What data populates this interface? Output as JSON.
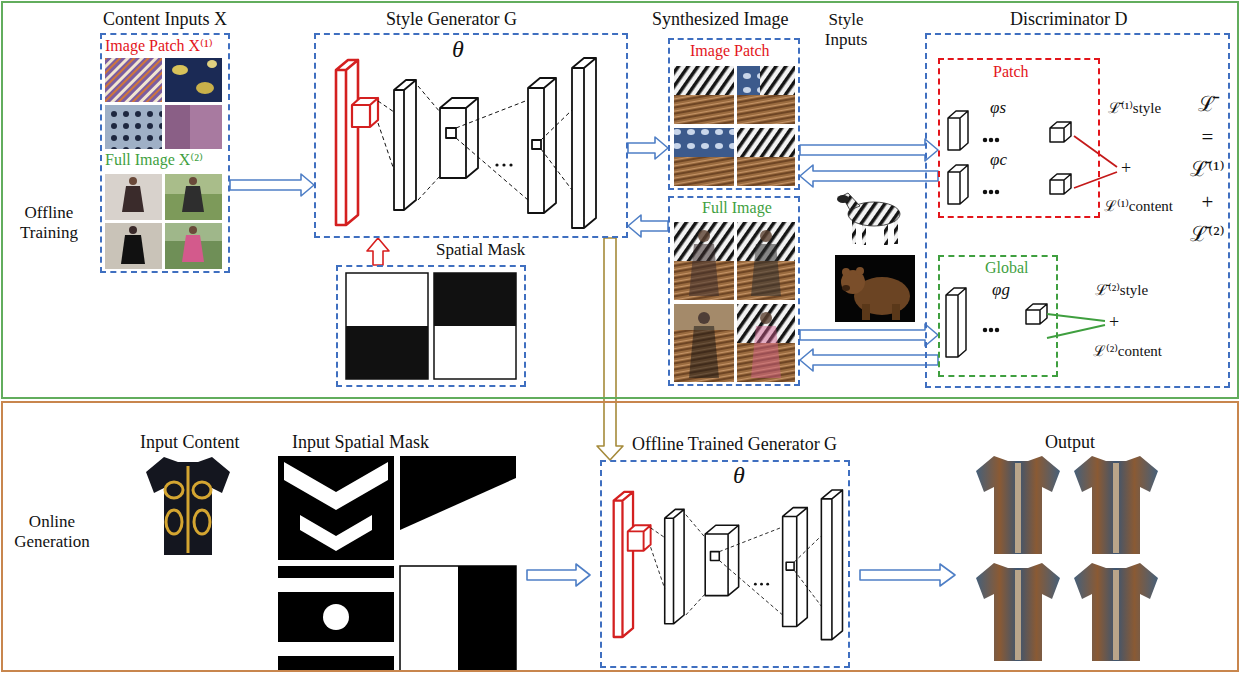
{
  "diagram": {
    "nodes": [
      {
        "text": [
          "Offline Training"
        ]
      },
      {
        "text": [
          "Content Inputs X",
          "Image Patch X⁽¹⁾",
          "Full Image X⁽²⁾"
        ],
        "in": 0
      },
      {
        "text": [
          "Style Generator G",
          "θ"
        ],
        "in": 0
      },
      {
        "text": [
          "Spatial Mask"
        ],
        "in": 0
      },
      {
        "text": [
          "Synthesized Image",
          "Image Patch"
        ],
        "in": 0
      },
      {
        "text": [
          "Full Image"
        ],
        "in": 0
      },
      {
        "text": [
          "Discriminator D",
          "ℒ̄⁽¹⁾style",
          "+",
          "ℒ⁽¹⁾content",
          "ℒ̄ = ℒ̄⁽¹⁾ + ℒ̄⁽²⁾",
          "ℒ̄⁽²⁾style",
          "+",
          "ℒ⁽²⁾content"
        ],
        "in": 0
      },
      {
        "text": [
          "Patch",
          "φs",
          "φc"
        ],
        "in": 6
      },
      {
        "text": [
          "Global",
          "φg"
        ],
        "in": 6
      },
      {
        "text": [
          "Online Generation"
        ]
      },
      {
        "text": [
          "Offline Trained Generator G",
          "θ"
        ],
        "in": 9
      }
    ],
    "edges": [
      {
        "from": 1,
        "to": 2,
        "arrow": "to"
      },
      {
        "from": 3,
        "to": 2,
        "arrow": "to"
      },
      {
        "from": 2,
        "to": 4,
        "arrow": "to"
      },
      {
        "from": 5,
        "to": 2,
        "arrow": "to"
      },
      {
        "from": 4,
        "to": 7,
        "arrow": "to"
      },
      {
        "from": 7,
        "to": 4,
        "arrow": "to"
      },
      {
        "from": 5,
        "to": 8,
        "arrow": "to"
      },
      {
        "from": 8,
        "to": 5,
        "arrow": "to"
      },
      {
        "from": 2,
        "to": 10,
        "arrow": "to"
      }
    ],
    "labels": [
      "Style Inputs",
      "Input Content",
      "Input Spatial Mask",
      "Output"
    ]
  }
}
